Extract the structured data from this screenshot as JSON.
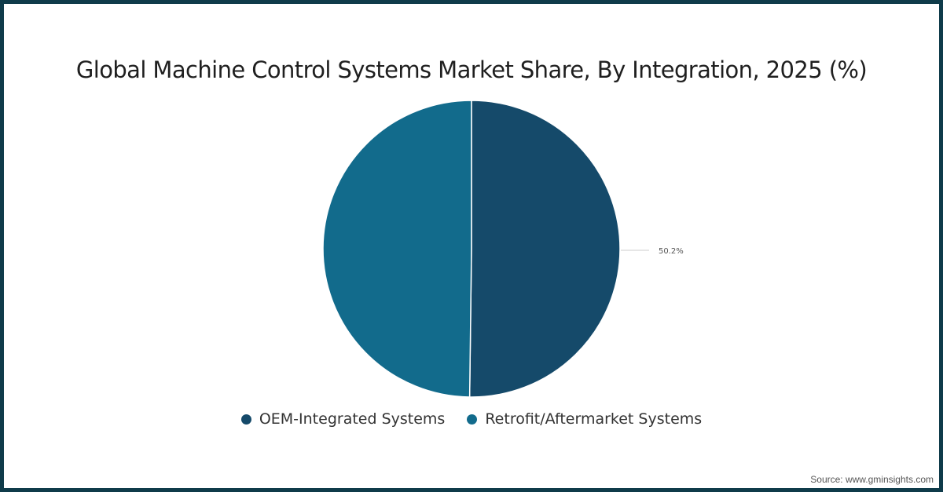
{
  "chart_data": {
    "type": "pie",
    "title": "Global Machine Control Systems Market Share, By Integration, 2025 (%)",
    "categories": [
      "OEM-Integrated Systems",
      "Retrofit/Aftermarket Systems"
    ],
    "values": [
      50.2,
      49.8
    ],
    "colors": [
      "#154a6a",
      "#126b8c"
    ],
    "data_labels": [
      {
        "category": "OEM-Integrated Systems",
        "label": "50.2%"
      }
    ],
    "legend_position": "bottom"
  },
  "title": "Global Machine Control Systems Market Share, By Integration, 2025 (%)",
  "labels": {
    "oem": "50.2%"
  },
  "legend": [
    {
      "label": "OEM-Integrated Systems",
      "color": "#154a6a"
    },
    {
      "label": "Retrofit/Aftermarket Systems",
      "color": "#126b8c"
    }
  ],
  "source": "Source: www.gminsights.com",
  "frame_color": "#0f3b4a"
}
